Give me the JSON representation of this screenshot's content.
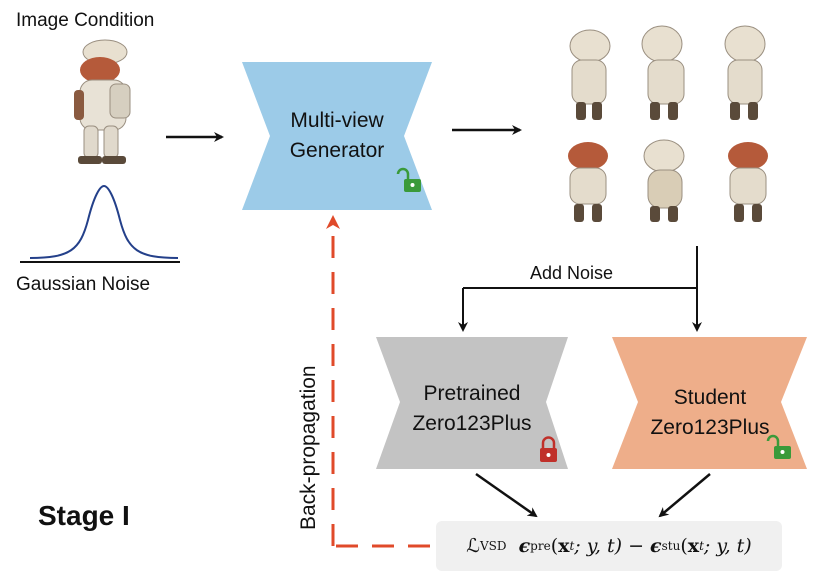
{
  "diagram": {
    "image_condition_label": "Image Condition",
    "gaussian_noise_label": "Gaussian Noise",
    "generator": {
      "line1": "Multi-view",
      "line2": "Generator",
      "lock_state": "unlocked",
      "color": "#9ccbe8"
    },
    "add_noise_label": "Add Noise",
    "pretrained": {
      "line1": "Pretrained",
      "line2": "Zero123Plus",
      "lock_state": "locked",
      "color": "#c3c3c3"
    },
    "student": {
      "line1": "Student",
      "line2": "Zero123Plus",
      "lock_state": "unlocked",
      "color": "#eeae8a"
    },
    "backprop_label": "Back-propagation",
    "stage_label": "Stage I",
    "loss": {
      "L": "ℒ",
      "L_sub": "VSD",
      "eps": "ϵ",
      "pre_sub": "pre",
      "stu_sub": "stu",
      "x": "x",
      "t_sub": "t",
      "args": "; y, t)",
      "minus": " − "
    },
    "colors": {
      "backprop_arrow": "#e04a2a",
      "lock_open": "#3a9a3a",
      "lock_closed": "#c0302a"
    },
    "icons": [
      "lizard-astronaut-image",
      "gaussian-curve",
      "unlock-icon",
      "lock-icon"
    ]
  }
}
